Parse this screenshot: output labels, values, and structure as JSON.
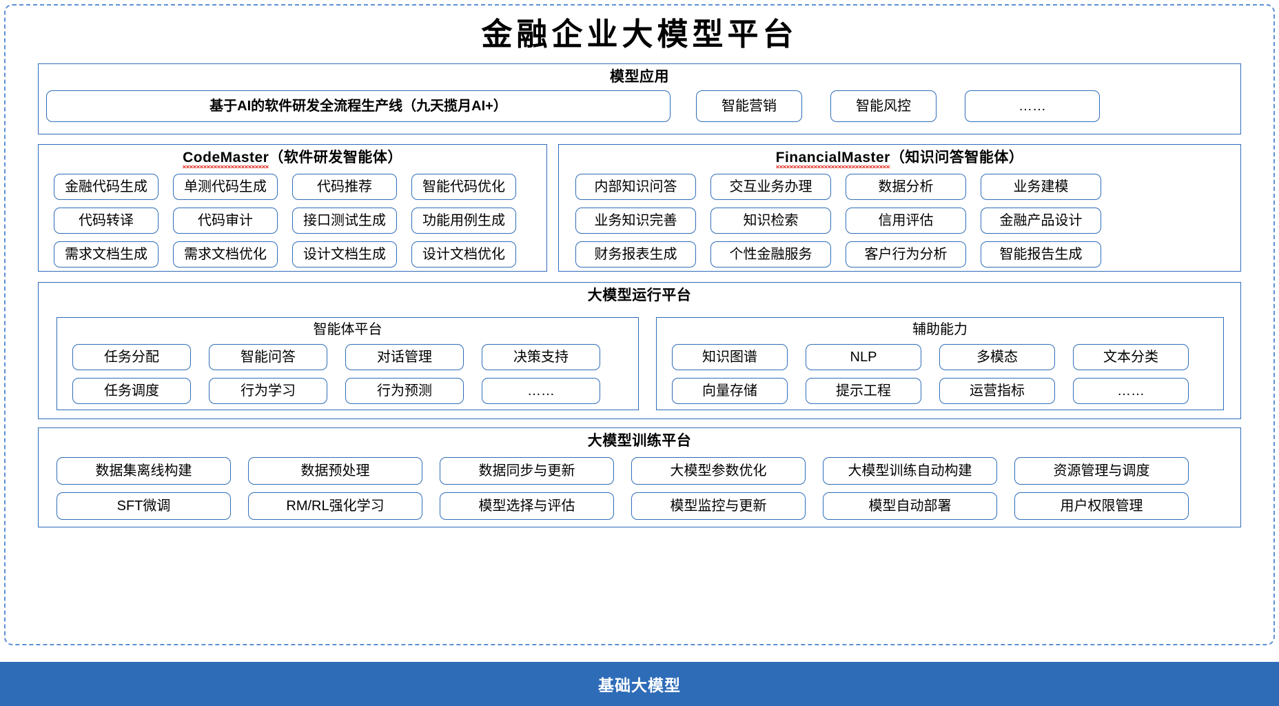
{
  "title": "金融企业大模型平台",
  "application_layer": {
    "heading": "模型应用",
    "items": [
      {
        "label": "基于AI的软件研发全流程生产线（九天揽月AI+）"
      },
      {
        "label": "智能营销"
      },
      {
        "label": "智能风控"
      },
      {
        "label": "……"
      }
    ]
  },
  "agents": {
    "code_master": {
      "name": "CodeMaster",
      "suffix": "（软件研发智能体）",
      "rows": [
        [
          "金融代码生成",
          "单测代码生成",
          "代码推荐",
          "智能代码优化"
        ],
        [
          "代码转译",
          "代码审计",
          "接口测试生成",
          "功能用例生成"
        ],
        [
          "需求文档生成",
          "需求文档优化",
          "设计文档生成",
          "设计文档优化"
        ]
      ]
    },
    "financial_master": {
      "name": "FinancialMaster",
      "suffix": "（知识问答智能体）",
      "rows": [
        [
          "内部知识问答",
          "交互业务办理",
          "数据分析",
          "业务建模"
        ],
        [
          "业务知识完善",
          "知识检索",
          "信用评估",
          "金融产品设计"
        ],
        [
          "财务报表生成",
          "个性金融服务",
          "客户行为分析",
          "智能报告生成"
        ]
      ]
    }
  },
  "runtime_platform": {
    "heading": "大模型运行平台",
    "agent_platform": {
      "heading": "智能体平台",
      "rows": [
        [
          "任务分配",
          "智能问答",
          "对话管理",
          "决策支持"
        ],
        [
          "任务调度",
          "行为学习",
          "行为预测",
          "……"
        ]
      ]
    },
    "auxiliary": {
      "heading": "辅助能力",
      "rows": [
        [
          "知识图谱",
          "NLP",
          "多模态",
          "文本分类"
        ],
        [
          "向量存储",
          "提示工程",
          "运营指标",
          "……"
        ]
      ]
    }
  },
  "training_platform": {
    "heading": "大模型训练平台",
    "rows": [
      [
        "数据集离线构建",
        "数据预处理",
        "数据同步与更新",
        "大模型参数优化",
        "大模型训练自动构建",
        "资源管理与调度"
      ],
      [
        "SFT微调",
        "RM/RL强化学习",
        "模型选择与评估",
        "模型监控与更新",
        "模型自动部署",
        "用户权限管理"
      ]
    ]
  },
  "base_model": {
    "label": "基础大模型"
  },
  "colors": {
    "accent": "#2E6CB8",
    "frame": "#5B8FD4",
    "spellcheck": "#e02b20"
  }
}
